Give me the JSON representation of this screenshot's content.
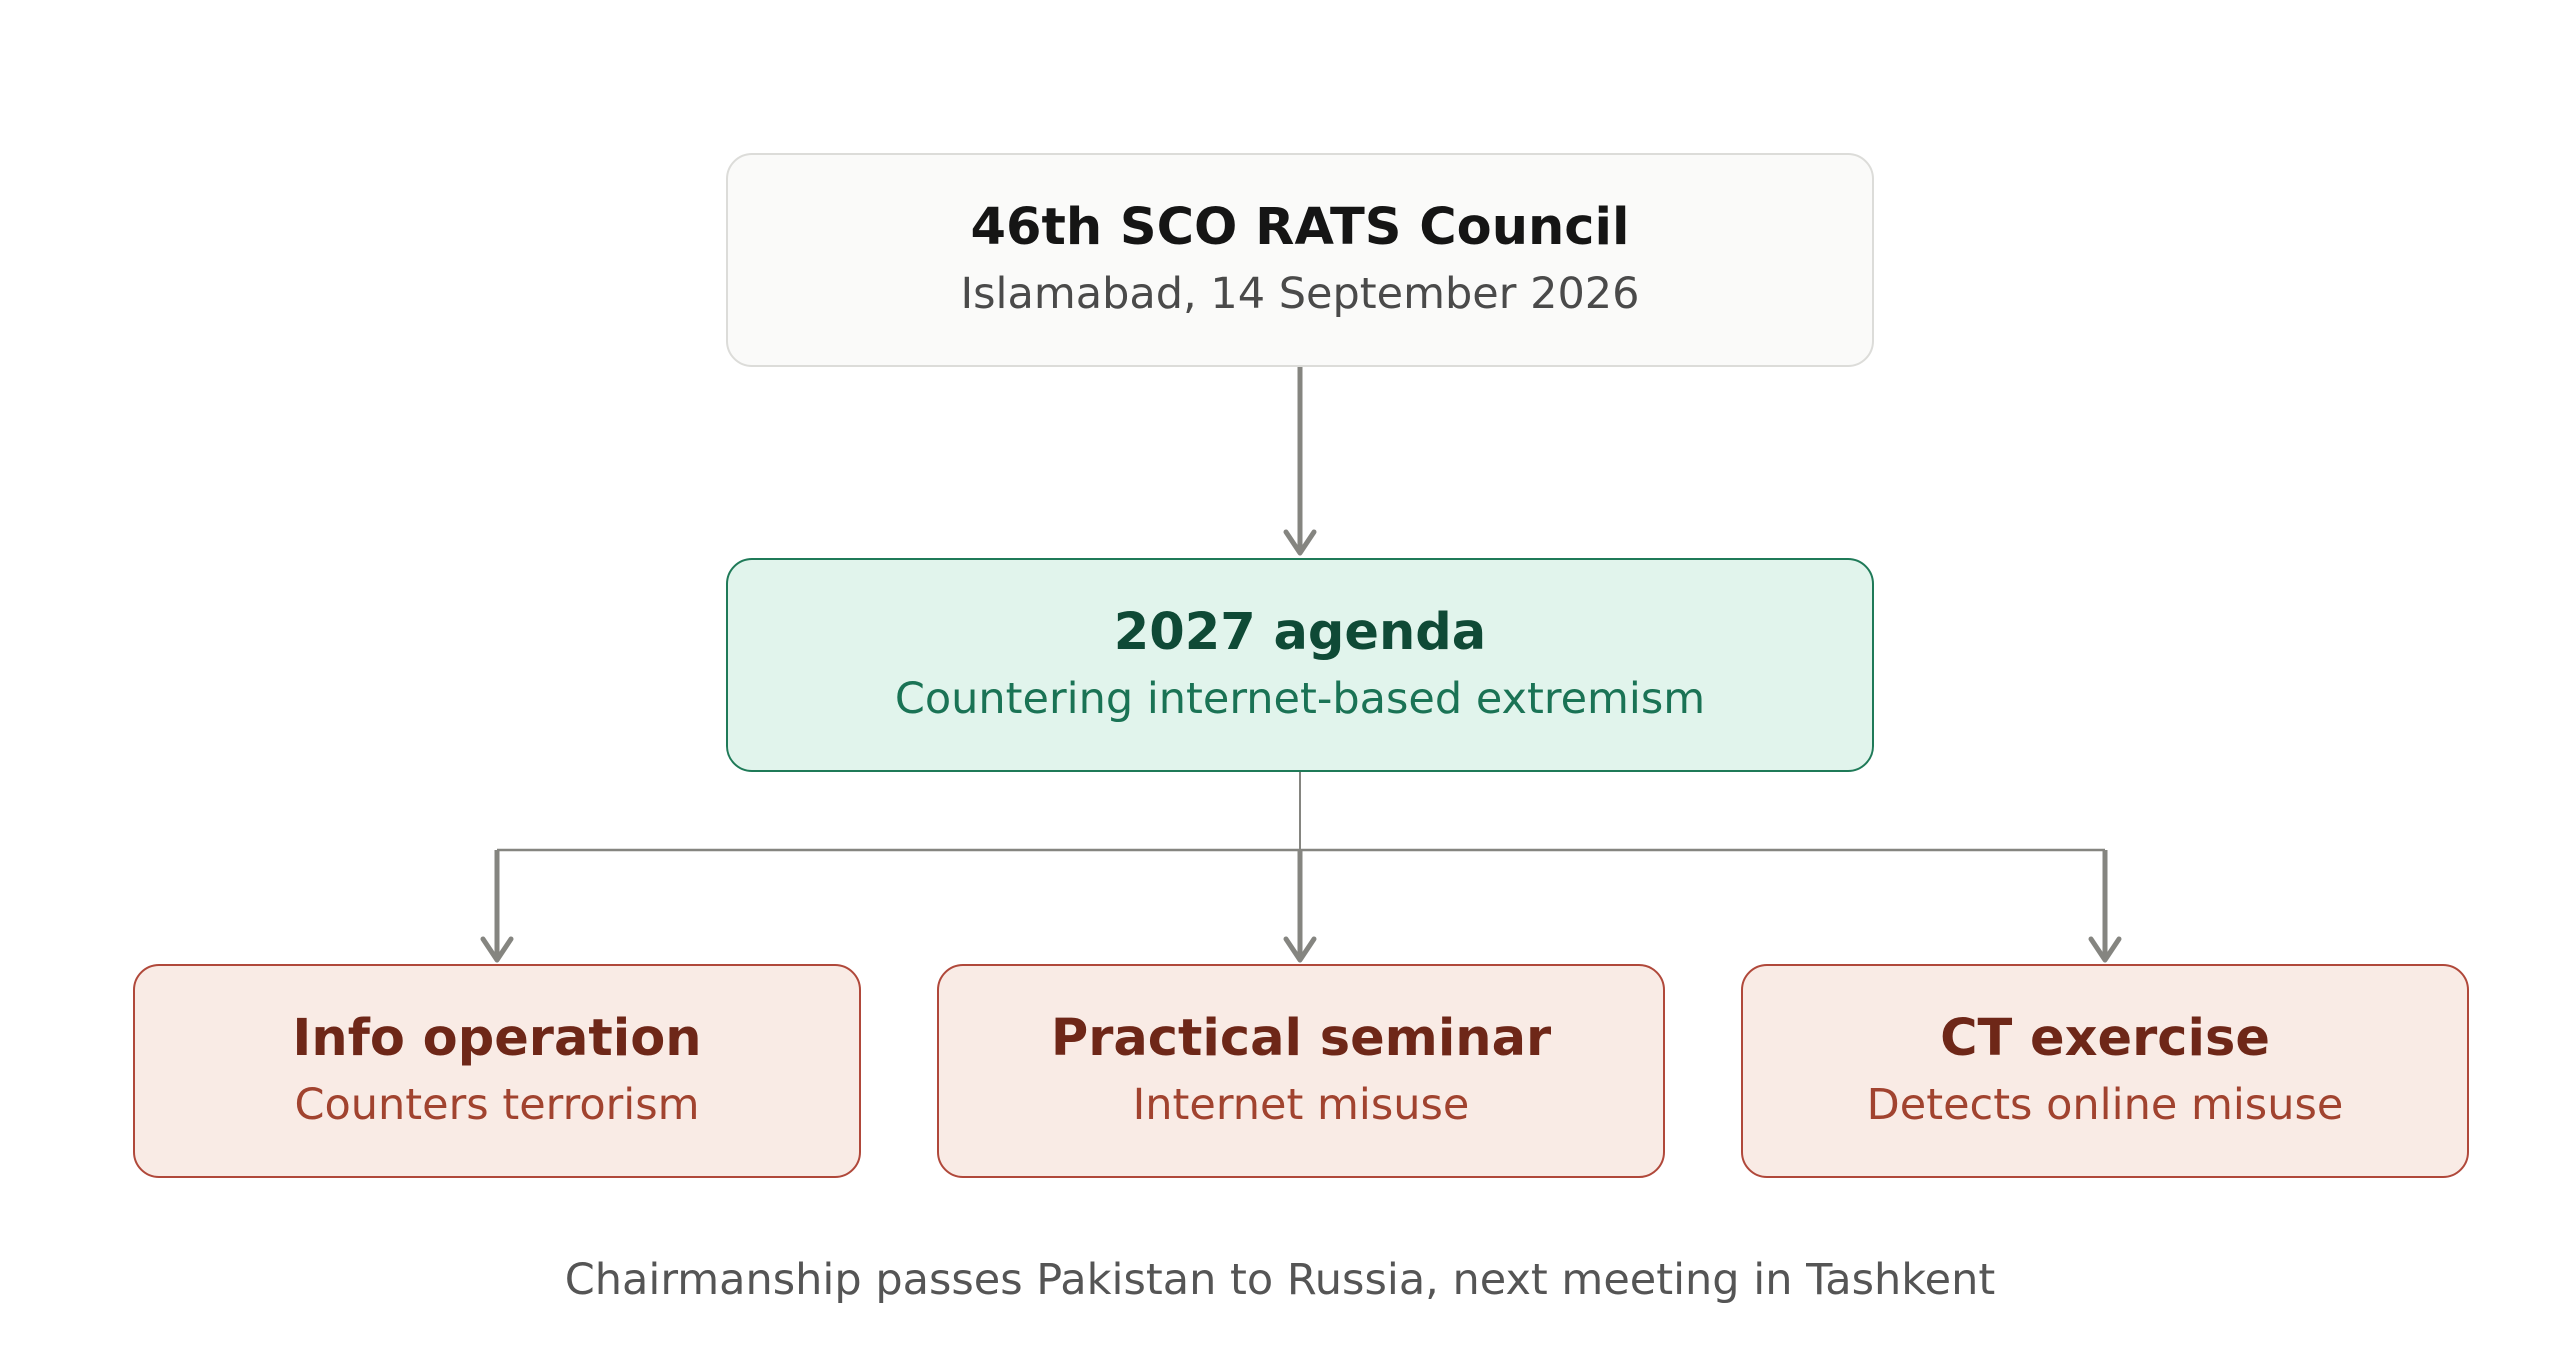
{
  "nodes": {
    "council": {
      "title": "46th SCO RATS Council",
      "subtitle": "Islamabad, 14 September 2026"
    },
    "agenda": {
      "title": "2027 agenda",
      "subtitle": "Countering internet-based extremism"
    },
    "children": [
      {
        "title": "Info operation",
        "subtitle": "Counters terrorism"
      },
      {
        "title": "Practical seminar",
        "subtitle": "Internet misuse"
      },
      {
        "title": "CT exercise",
        "subtitle": "Detects online misuse"
      }
    ]
  },
  "caption": "Chairmanship passes Pakistan to Russia, next meeting in Tashkent",
  "colors": {
    "connector": "#858580",
    "council_border": "#dcdcd9",
    "agenda_fill": "#e1f4ec",
    "agenda_border": "#1f7a58",
    "child_fill": "#f9ebe5",
    "child_border": "#b0483a"
  }
}
